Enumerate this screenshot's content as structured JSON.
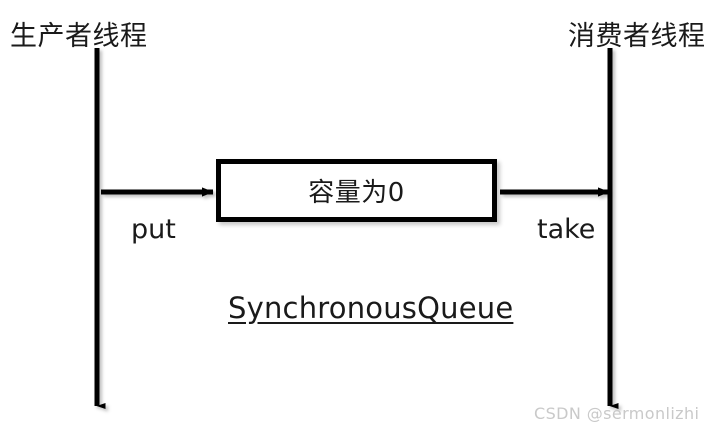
{
  "diagram": {
    "title": "SynchronousQueue",
    "background_color": "#ffffff",
    "stroke_color": "#000000",
    "lifelines": {
      "producer": {
        "label": "生产者线程",
        "arrow_icon": "arrow-down-icon"
      },
      "consumer": {
        "label": "消费者线程",
        "arrow_icon": "arrow-down-icon"
      }
    },
    "queue": {
      "box_label": "容量为0",
      "capacity": 0,
      "caption": "SynchronousQueue"
    },
    "operations": {
      "put": {
        "label": "put",
        "arrow_icon": "arrow-right-icon",
        "direction": "producer-to-queue"
      },
      "take": {
        "label": "take",
        "arrow_icon": "arrow-right-icon",
        "direction": "queue-to-consumer"
      }
    },
    "watermark": "CSDN @sermonlizhi"
  }
}
